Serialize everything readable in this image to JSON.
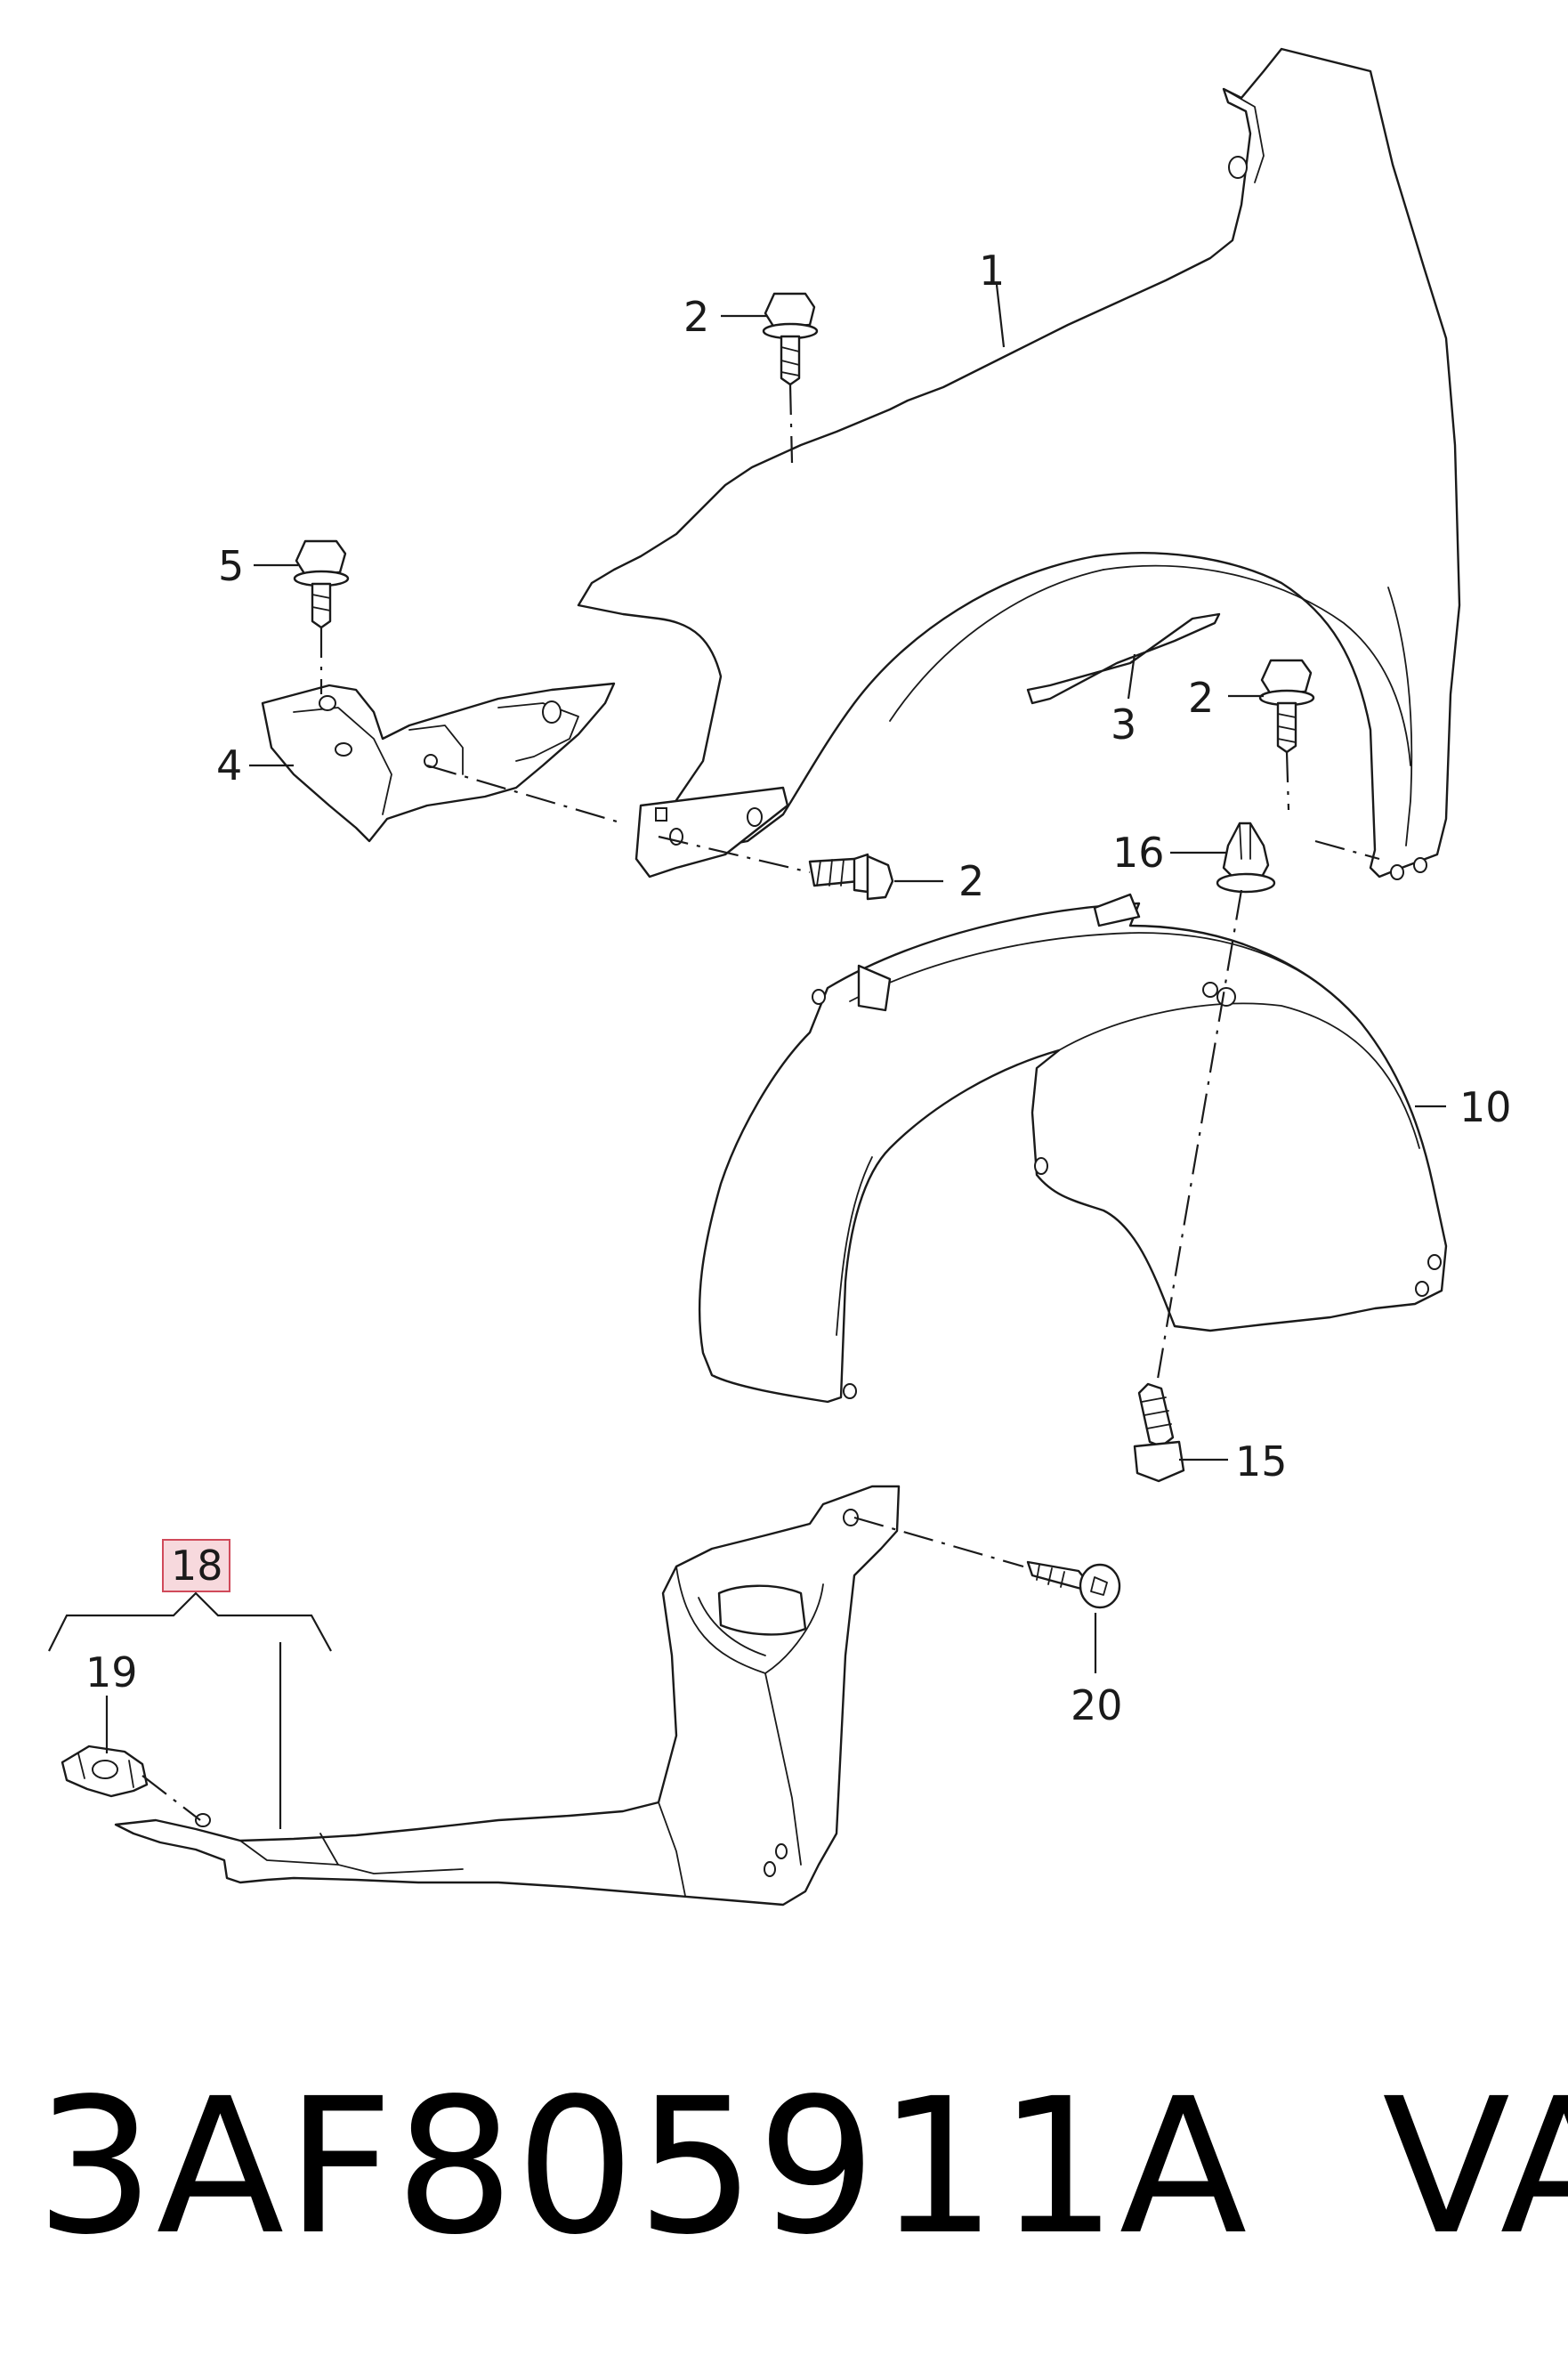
{
  "diagram": {
    "callouts": {
      "c1": "1",
      "c2a": "2",
      "c2b": "2",
      "c2c": "2",
      "c3": "3",
      "c4": "4",
      "c5": "5",
      "c10": "10",
      "c15": "15",
      "c16": "16",
      "c18": "18",
      "c19": "19",
      "c20": "20"
    },
    "highlight_color": "#f7d9dd",
    "line_color": "#1a1a1a"
  },
  "footer": {
    "part_number": "3AF805911A",
    "brand": "VAG"
  }
}
